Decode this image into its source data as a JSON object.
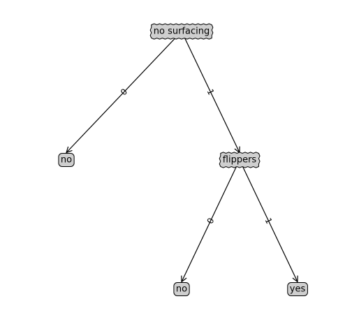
{
  "colors": {
    "node_fill": "#cfcfcf",
    "stroke": "#000000",
    "background": "#ffffff"
  },
  "nodes": [
    {
      "id": "n1",
      "kind": "decision",
      "label": "no surfacing"
    },
    {
      "id": "n2",
      "kind": "leaf",
      "label": "no"
    },
    {
      "id": "n3",
      "kind": "decision",
      "label": "flippers"
    },
    {
      "id": "n4",
      "kind": "leaf",
      "label": "no"
    },
    {
      "id": "n5",
      "kind": "leaf",
      "label": "yes"
    }
  ],
  "edges": [
    {
      "from": "n1",
      "to": "n2",
      "label": "0"
    },
    {
      "from": "n1",
      "to": "n3",
      "label": "1"
    },
    {
      "from": "n3",
      "to": "n4",
      "label": "0"
    },
    {
      "from": "n3",
      "to": "n5",
      "label": "1"
    }
  ]
}
